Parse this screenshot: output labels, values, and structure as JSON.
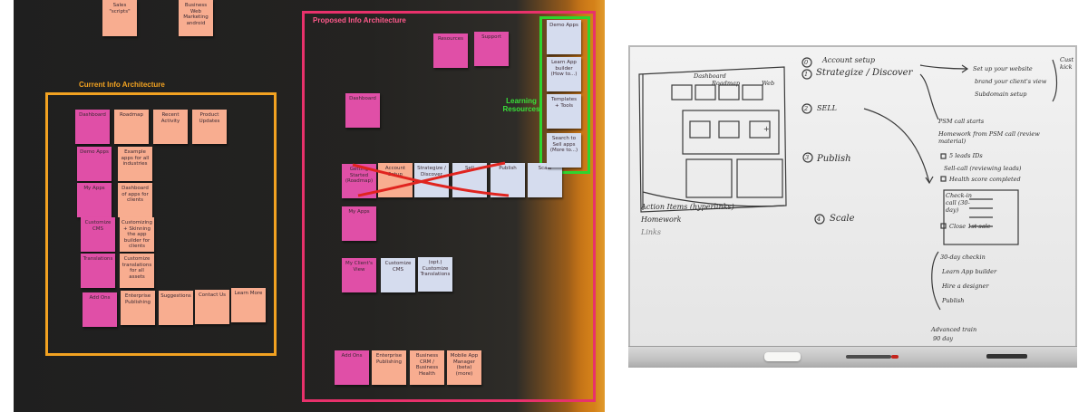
{
  "wall": {
    "label_current": "Current Info Architecture",
    "label_proposed": "Proposed Info Architecture",
    "label_learning": "Learning Resources",
    "colors": {
      "current_frame": "#f2a221",
      "proposed_frame": "#e8316b",
      "learning_frame": "#2ed52e",
      "pink_note": "#e04fa7",
      "peach_note": "#f8ad90",
      "blue_note": "#d5dcee"
    },
    "top_notes": [
      "Sales \"scripts\"",
      "Business Web Marketing android"
    ],
    "current_notes": [
      [
        "Dashboard",
        "Roadmap",
        "Recent Activity",
        "Product Updates"
      ],
      [
        "Demo Apps",
        "Example apps for all industries"
      ],
      [
        "My Apps",
        "Dashboard of apps for clients"
      ],
      [
        "Customize CMS",
        "Customizing + Skinning the app builder for clients"
      ],
      [
        "Translations",
        "Customize translations for all assets"
      ],
      [
        "Add Ons",
        "Enterprise Publishing",
        "Suggestions",
        "Contact Us",
        "Learn More"
      ]
    ],
    "proposed_notes": {
      "top": [
        "Resources",
        "Support"
      ],
      "dashboard": "Dashboard",
      "flow": [
        "Getting Started (Roadmap)",
        "Account Setup",
        "Strategize / Discover",
        "Sell",
        "Publish",
        "Scale"
      ],
      "my_apps": "My Apps",
      "clients_view": [
        "My Client's View",
        "Customize CMS",
        "(opt.) Customize Translations"
      ],
      "bottom": [
        "Add Ons",
        "Enterprise Publishing",
        "Business CRM / Business Health",
        "Mobile App Manager (beta) (more)"
      ]
    },
    "learning_notes": [
      "Demo Apps",
      "Learn App builder (How to...)",
      "Templates + Tools",
      "Search to Sell apps (More to...)"
    ]
  },
  "whiteboard": {
    "sketch_dashboard": "Dashboard",
    "sketch_roadmap": "Roadmap",
    "sketch_web": "Web",
    "steps": [
      "Account setup",
      "Strategize / Discover",
      "SELL",
      "Publish",
      "Scale"
    ],
    "step_numbers": [
      "0",
      "1",
      "2",
      "3",
      "4"
    ],
    "setup_items": [
      "Set up your website",
      "brand your client's view",
      "Subdomain setup"
    ],
    "side_note": "Cust kick",
    "sell_items": [
      "PSM call starts",
      "Homework from PSM call (review material)",
      "5 leads IDs",
      "Sell-call (reviewing leads)",
      "Health score completed",
      "Check-in call (30-day)",
      "Close 1st sale"
    ],
    "publish_items": [
      "30-day checkin",
      "Learn App builder",
      "Hire a designer",
      "Publish"
    ],
    "advanced": [
      "Advanced train",
      "90 day"
    ],
    "left_notes": [
      "Action Items (hyperlinks)",
      "Homework",
      "Links"
    ],
    "plus": "+"
  }
}
